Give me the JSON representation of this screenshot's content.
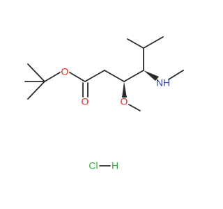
{
  "molecule": {
    "atoms": {
      "ester_oxygen": "O",
      "carbonyl_oxygen": "O",
      "methoxy_oxygen": "O",
      "amine_nh": "NH",
      "salt_cl": "Cl",
      "salt_h": "H"
    },
    "colors": {
      "bond": "#2b2b2b",
      "oxygen": "#e0281e",
      "nitrogen": "#2a3fb0",
      "chlorine": "#3aa83a"
    }
  }
}
